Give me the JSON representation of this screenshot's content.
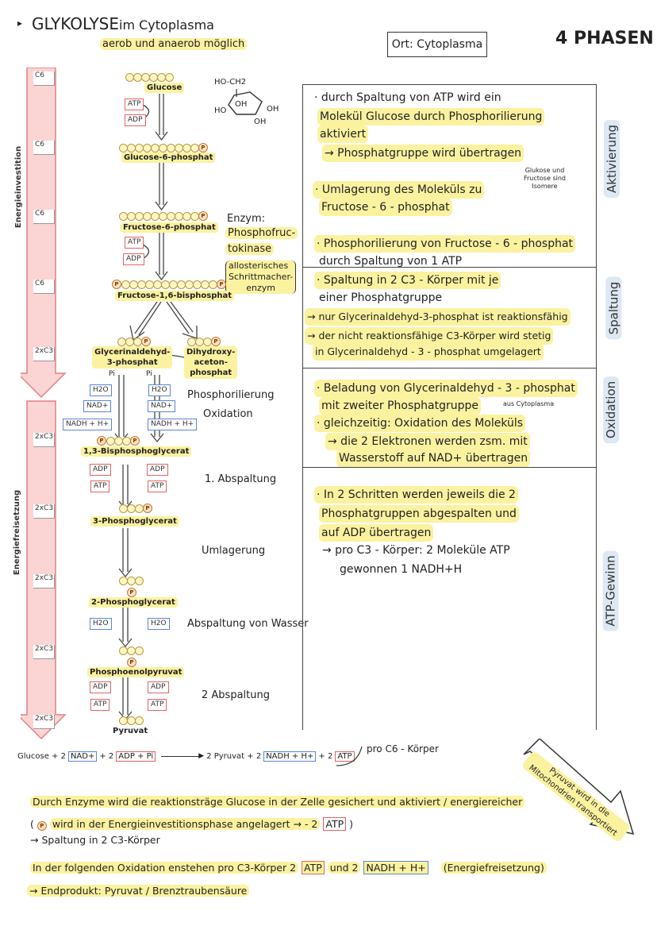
{
  "title": "GLYKOLYSE",
  "title_loc": "im Cytoplasma",
  "subtitle": "aerob und anaerob möglich",
  "location_box": "Ort: Cytoplasma",
  "phases_header": "4 PHASEN",
  "axis": {
    "investition": "Energieinvestition",
    "freisetzung": "Energiefreisetzung",
    "c_labels": [
      "C6",
      "C6",
      "C6",
      "C6",
      "2xC3",
      "2xC3",
      "2xC3",
      "2xC3",
      "2xC3",
      "2xC3"
    ]
  },
  "molecules": {
    "glucose": "Glucose",
    "g6p": "Glucose-6-phosphat",
    "f6p": "Fructose-6-phosphat",
    "f16bp": "Fructose-1,6-bisphosphat",
    "gap": "Glycerinaldehyd-\n3-phosphat",
    "dhap": "Dihydroxy-\naceton-\nphosphat",
    "bpg": "1,3-Bisphosphoglycerat",
    "pg3": "3-Phosphoglycerat",
    "pg2": "2-Phosphoglycerat",
    "pep": "Phosphoenolpyruvat",
    "pyr": "Pyruvat"
  },
  "struct": {
    "ch2": "HO-CH2",
    "oh1": "OH",
    "oh2": "OH",
    "ho": "HO",
    "oh3": "OH"
  },
  "cofactors": {
    "atp": "ATP",
    "adp": "ADP",
    "h2o": "H2O",
    "nad": "NAD+",
    "nadh": "NADH + H+",
    "pi": "Pi",
    "p": "P"
  },
  "enzyme": {
    "label": "Enzym:",
    "name1": "Phosphofruc-",
    "name2": "tokinase",
    "note1": "allosterisches",
    "note2": "Schrittmacher-",
    "note3": "enzym"
  },
  "steps": {
    "phosph": "Phosphorilierung",
    "oxid": "Oxidation",
    "abs1": "1. Abspaltung",
    "uml": "Umlagerung",
    "wasser": "Abspaltung von Wasser",
    "abs2": "2 Abspaltung"
  },
  "panel1": {
    "l1": "· durch Spaltung von ATP wird ein",
    "l2": "Molekül Glucose durch Phosphorilierung",
    "l3": "aktiviert",
    "l4": "→ Phosphatgruppe wird übertragen",
    "l5": "· Umlagerung des Moleküls zu",
    "l6": "Fructose - 6 - phosphat",
    "note1": "Glukose und",
    "note2": "Fructose sind",
    "note3": "Isomere",
    "l7": "· Phosphorilierung von Fructose - 6 - phosphat",
    "l8": "durch Spaltung von 1 ATP"
  },
  "panel2": {
    "l1": "· Spaltung in 2 C3 - Körper mit je",
    "l2": "einer Phosphatgruppe",
    "l3": "→ nur Glycerinaldehyd-3-phosphat ist reaktionsfähig",
    "l4": "→ der nicht reaktionsfähige C3-Körper wird stetig",
    "l5": "in Glycerinaldehyd - 3 - phosphat umgelagert"
  },
  "panel3": {
    "l1": "· Beladung von Glycerinaldehyd - 3 - phosphat",
    "l2": "mit zweiter Phosphatgruppe",
    "l2note": "aus Cytoplasma",
    "l3": "· gleichzeitig: Oxidation des Moleküls",
    "l4": "→ die 2 Elektronen werden zsm. mit",
    "l5": "Wasserstoff auf NAD+ übertragen"
  },
  "panel4": {
    "l1": "· In 2 Schritten werden jeweils die 2",
    "l2": "Phosphatgruppen abgespalten und",
    "l3": "auf ADP übertragen",
    "l4": "→ pro C3 - Körper: 2 Moleküle ATP",
    "l5": "gewonnen          1 NADH+H"
  },
  "phases": [
    "Aktivierung",
    "Spaltung",
    "Oxidation",
    "ATP-Gewinn"
  ],
  "equation": {
    "a": "Glucose + 2",
    "nad": "NAD+",
    "b": "+ 2",
    "adp": "ADP + Pi",
    "c": "2 Pyruvat  + 2",
    "nadh": "NADH + H+",
    "d": "+ 2",
    "atp": "ATP",
    "pro": "pro C6 - Körper"
  },
  "arrow_note": "Pyruvat wird in die Mitochondrien transportiert",
  "summary": {
    "s1": "Durch Enzyme wird die reaktionsträge Glucose in der Zelle gesichert und aktiviert / energiereicher",
    "s2a": "( ",
    "s2b": "wird in der Energieinvestitionsphase angelagert → - 2",
    "s2atp": "ATP",
    "s2c": ")",
    "s3": "→ Spaltung in 2 C3-Körper",
    "s4a": "In der folgenden Oxidation enstehen pro C3-Körper 2",
    "s4atp": "ATP",
    "s4b": "und 2",
    "s4nadh": "NADH + H+",
    "s4c": "(Energiefreisetzung)",
    "s5": "→ Endprodukt: Pyruvat / Brenztraubensäure"
  }
}
